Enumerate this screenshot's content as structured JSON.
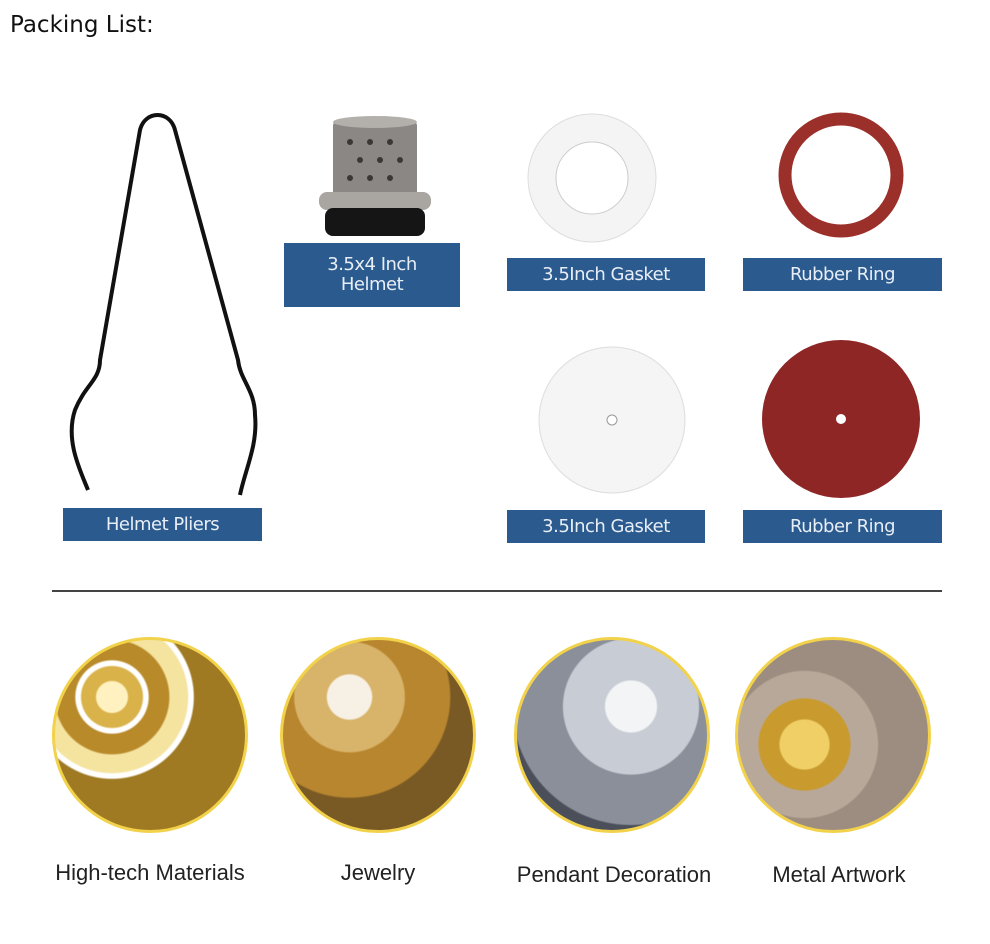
{
  "title": "Packing List:",
  "items": [
    {
      "label": "Helmet Pliers"
    },
    {
      "label_line1": "3.5x4 Inch",
      "label_line2": "Helmet"
    },
    {
      "label": "3.5Inch Gasket"
    },
    {
      "label": "Rubber Ring"
    },
    {
      "label": "3.5Inch Gasket"
    },
    {
      "label": "Rubber Ring"
    }
  ],
  "applications": [
    {
      "label": "High-tech Materials"
    },
    {
      "label": "Jewelry"
    },
    {
      "label": "Pendant Decoration"
    },
    {
      "label": "Metal Artwork"
    }
  ],
  "colors": {
    "label_bg": "#2b5a8e",
    "ring_red": "#9b2f2a",
    "circle_border": "#f2d24a"
  }
}
